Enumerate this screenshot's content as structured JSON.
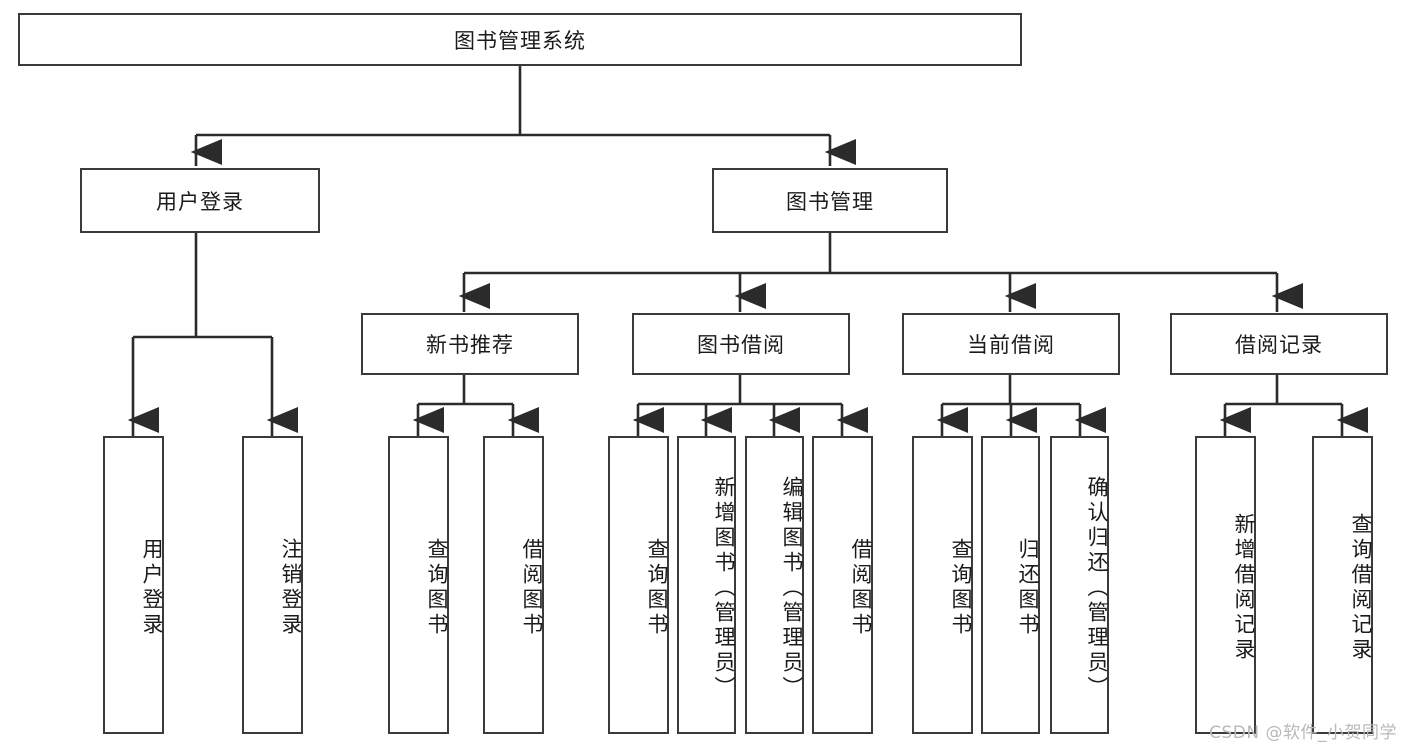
{
  "diagram": {
    "title_node": {
      "id": "root",
      "label": "图书管理系统"
    },
    "level2": [
      {
        "id": "user-login",
        "label": "用户登录"
      },
      {
        "id": "book-manage",
        "label": "图书管理"
      }
    ],
    "level3": [
      {
        "id": "new-book-recommend",
        "label": "新书推荐"
      },
      {
        "id": "book-borrow",
        "label": "图书借阅"
      },
      {
        "id": "current-borrow",
        "label": "当前借阅"
      },
      {
        "id": "borrow-record",
        "label": "借阅记录"
      }
    ],
    "leaves": [
      {
        "id": "leaf-user-login",
        "label": "用户登录",
        "parent": "用户登录"
      },
      {
        "id": "leaf-logout-login",
        "label": "注销登录",
        "parent": "用户登录"
      },
      {
        "id": "leaf-query-book-1",
        "label": "查询图书",
        "parent": "新书推荐"
      },
      {
        "id": "leaf-borrow-book-1",
        "label": "借阅图书",
        "parent": "新书推荐"
      },
      {
        "id": "leaf-query-book-2",
        "label": "查询图书",
        "parent": "图书借阅"
      },
      {
        "id": "leaf-add-book",
        "label": "新增图书（管理员）",
        "parent": "图书借阅"
      },
      {
        "id": "leaf-edit-book",
        "label": "编辑图书（管理员）",
        "parent": "图书借阅"
      },
      {
        "id": "leaf-borrow-book-2",
        "label": "借阅图书",
        "parent": "图书借阅"
      },
      {
        "id": "leaf-query-book-3",
        "label": "查询图书",
        "parent": "当前借阅"
      },
      {
        "id": "leaf-return-book",
        "label": "归还图书",
        "parent": "当前借阅"
      },
      {
        "id": "leaf-confirm-return",
        "label": "确认归还（管理员）",
        "parent": "当前借阅"
      },
      {
        "id": "leaf-add-record",
        "label": "新增借阅记录",
        "parent": "借阅记录"
      },
      {
        "id": "leaf-query-record",
        "label": "查询借阅记录",
        "parent": "借阅记录"
      }
    ],
    "colors": {
      "box_border": "#3a3a3a",
      "box_fill": "#ffffff",
      "line": "#2b2b2b",
      "text": "#1b1b1b",
      "watermark": "#b9b9b9"
    }
  },
  "watermark": {
    "text": "CSDN @软件_小贺同学"
  }
}
